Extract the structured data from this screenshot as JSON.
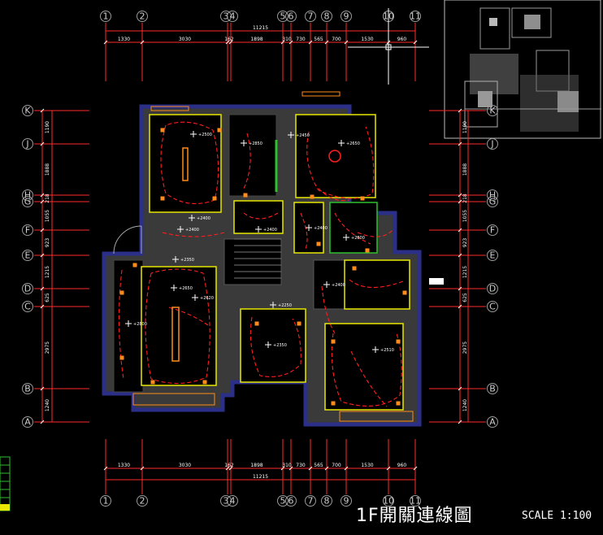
{
  "drawing": {
    "title": "1F開關連線圖",
    "scale": "SCALE 1:100",
    "colors": {
      "background": "#000000",
      "wall": "#2b2f87",
      "wall_fill": "#3a3a3a",
      "frame": "#e8e800",
      "dim_line": "#ff2a2a",
      "wiring": "#ff1e1e",
      "fixture": "#ff8c1a",
      "grid_text": "#cfcfcf"
    }
  },
  "grid": {
    "columns": [
      {
        "label": "1"
      },
      {
        "label": "2"
      },
      {
        "label": "3"
      },
      {
        "label": "4"
      },
      {
        "label": "5"
      },
      {
        "label": "6"
      },
      {
        "label": "7"
      },
      {
        "label": "8"
      },
      {
        "label": "9"
      },
      {
        "label": "10"
      },
      {
        "label": "11"
      }
    ],
    "rows": [
      {
        "label": "K"
      },
      {
        "label": "J"
      },
      {
        "label": "H"
      },
      {
        "label": "G"
      },
      {
        "label": "F"
      },
      {
        "label": "E"
      },
      {
        "label": "D"
      },
      {
        "label": "C"
      },
      {
        "label": "B"
      },
      {
        "label": "A"
      }
    ]
  },
  "dimensions": {
    "total": "11215",
    "top_segments": [
      "1330",
      "3030",
      "162",
      "1898",
      "310",
      "730",
      "565",
      "700",
      "1530",
      "960"
    ],
    "bottom_segments": [
      "1330",
      "3030",
      "162",
      "1898",
      "310",
      "730",
      "565",
      "700",
      "1530",
      "960"
    ],
    "vertical_segments": [
      "1190",
      "1888",
      "218",
      "1055",
      "923",
      "1215",
      "625",
      "2975",
      "1240"
    ]
  },
  "fixtures": [
    {
      "tag": "2500"
    },
    {
      "tag": "2400"
    },
    {
      "tag": "2650"
    },
    {
      "tag": "2450"
    },
    {
      "tag": "2850"
    },
    {
      "tag": "2400"
    },
    {
      "tag": "2400"
    },
    {
      "tag": "2800"
    },
    {
      "tag": "2350"
    },
    {
      "tag": "2400"
    },
    {
      "tag": "2650"
    },
    {
      "tag": "2800"
    },
    {
      "tag": "2620"
    },
    {
      "tag": "2250"
    },
    {
      "tag": "2350"
    },
    {
      "tag": "2400"
    },
    {
      "tag": "2510"
    }
  ]
}
